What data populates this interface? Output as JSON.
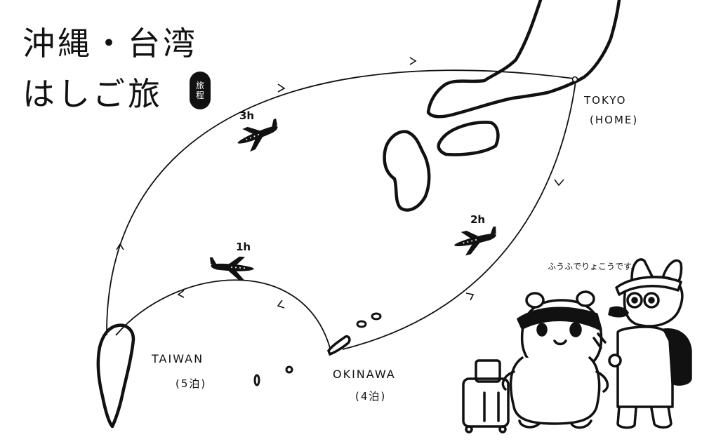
{
  "title": {
    "line1": "沖縄・台湾",
    "line2": "はしご旅",
    "badge_char1": "旅",
    "badge_char2": "程"
  },
  "places": {
    "tokyo": "TOKYO",
    "tokyo_note": "(HOME)",
    "okinawa": "OKINAWA",
    "okinawa_note": "(4泊)",
    "taiwan": "TAIWAN",
    "taiwan_note": "(5泊)"
  },
  "flights": {
    "tokyo_okinawa": "2h",
    "okinawa_taiwan": "1h",
    "taiwan_tokyo": "3h"
  },
  "speech": "ふうふでりょこうです。",
  "colors": {
    "ink": "#111111",
    "paper": "#ffffff"
  }
}
